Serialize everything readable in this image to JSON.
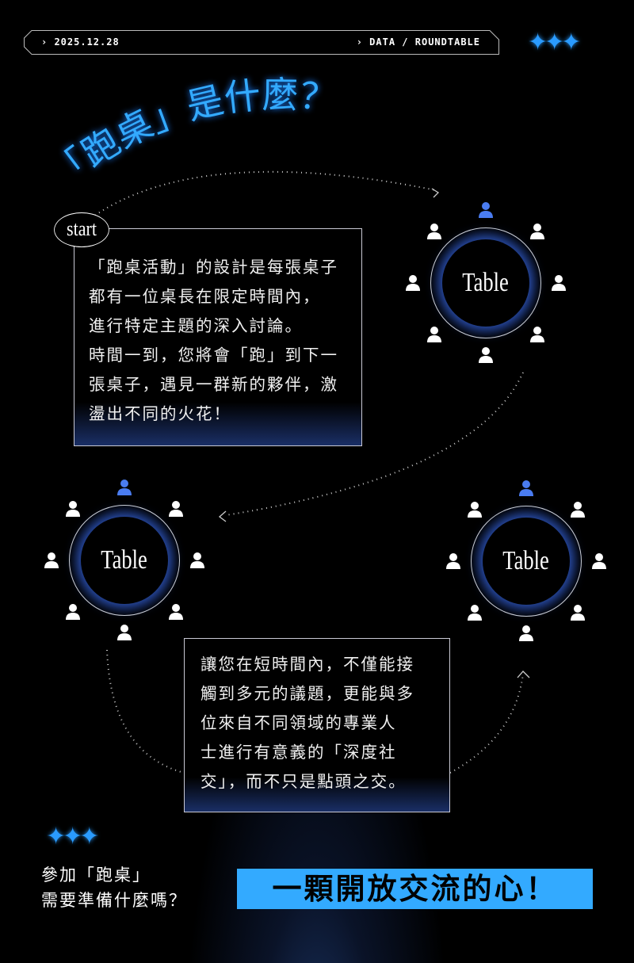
{
  "header": {
    "date": "› 2025.12.28",
    "category": "› DATA / ROUNDTABLE"
  },
  "sparkles": "✦✦✦",
  "title": "「跑桌」是什麼？",
  "start_label": "start",
  "intro_lines": [
    "「跑桌活動」的設計是每張桌子",
    "都有一位桌長在限定時間內，",
    "進行特定主題的深入討論。",
    "時間一到，您將會「跑」到下一",
    "張桌子，遇見一群新的夥伴，激",
    "盪出不同的火花！"
  ],
  "benefit_lines": [
    "讓您在短時間內，不僅能接",
    "觸到多元的議題，更能與多",
    "位來自不同領域的專業人",
    "士進行有意義的「深度社",
    "交」，而不只是點頭之交。"
  ],
  "table_label": "Table",
  "question_lines": [
    "參加「跑桌」",
    "需要準備什麼嗎？"
  ],
  "answer": "一顆開放交流的心！",
  "colors": {
    "accent": "#33aaff",
    "host": "#4a7cf0"
  }
}
